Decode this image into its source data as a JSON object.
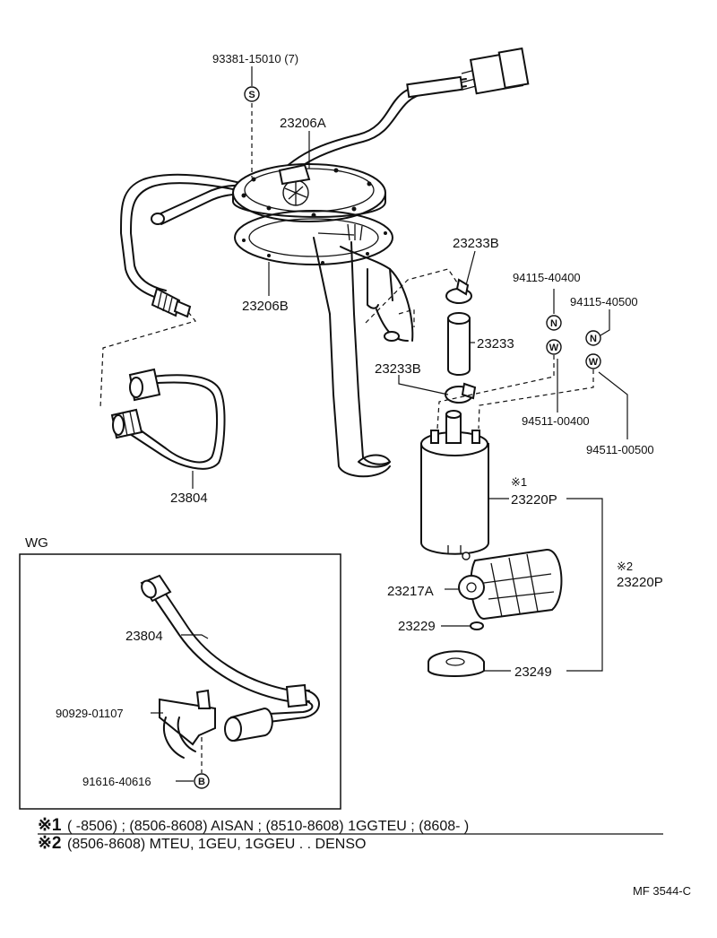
{
  "labels": {
    "screw_part_no": "93381-15010 (7)",
    "sender_gauge": "23206A",
    "gasket": "23206B",
    "hose_clamp_upper": "23233B",
    "hose": "23233",
    "hose_clamp_lower": "23233B",
    "nut_left": "94115-40400",
    "nut_right": "94115-40500",
    "washer_left": "94511-00400",
    "washer_right": "94511-00500",
    "fuel_hose": "23804",
    "pump_mark": "※1",
    "pump": "23220P",
    "pump_alt_mark": "※2",
    "pump_alt": "23220P",
    "filter": "23217A",
    "cushion": "23229",
    "bracket_rubber": "23249",
    "wg_section": "WG",
    "wg_hose": "23804",
    "wg_clamp": "90929-01107",
    "wg_bolt": "91616-40616"
  },
  "symbols": {
    "screw": "S",
    "nut": "N",
    "washer": "W",
    "bolt": "B"
  },
  "notes": [
    {
      "mark": "※1",
      "text": "(        -8506) ; (8506-8608) AISAN ; (8510-8608) 1GGTEU ; (8608-         )"
    },
    {
      "mark": "※2",
      "text": "(8506-8608) MTEU, 1GEU, 1GGEU . . DENSO"
    }
  ],
  "figure_code": "MF 3544-C"
}
